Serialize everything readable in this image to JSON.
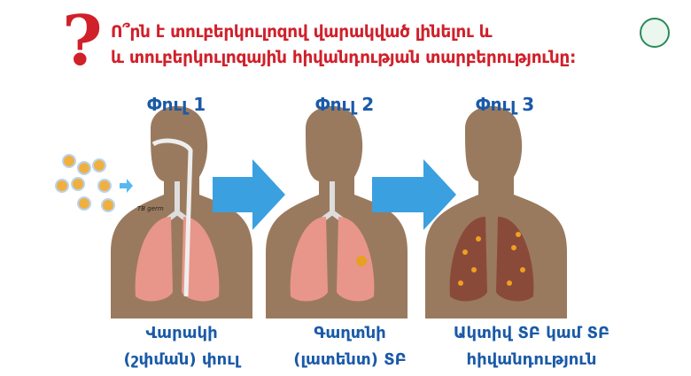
{
  "header": {
    "question_icon": "question-mark-icon",
    "title_line1": "Ո՞րն է տուբերկուլոզով վարակված լինելու և",
    "title_line2": "և տուբերկուլոզային հիվանդության տարբերությունը:",
    "logo": "lungs-logo-icon"
  },
  "stages": [
    {
      "label": "Փուլ 1",
      "caption_line1": "Վարակի",
      "caption_line2": "(շփման) փուլ"
    },
    {
      "label": "Փուլ 2",
      "caption_line1": "Գաղտնի",
      "caption_line2": "(լատենտ) ՏԲ"
    },
    {
      "label": "Փուլ 3",
      "caption_line1": "Ակտիվ ՏԲ կամ ՏԲ",
      "caption_line2": "հիվանդություն"
    }
  ],
  "germ_label": "TB germ",
  "colors": {
    "title": "#d0202a",
    "stage": "#1a5aa8",
    "body": "#9a7a5e",
    "arrow": "#3aa0e0",
    "lung": "#e8968a"
  }
}
